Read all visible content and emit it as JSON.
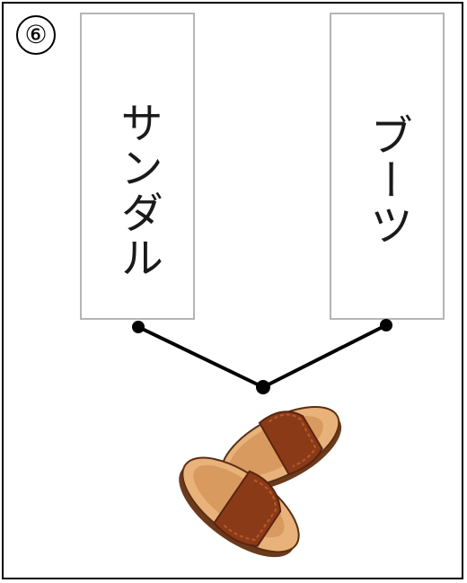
{
  "question": {
    "number": "⑥"
  },
  "choices": [
    {
      "label": "サンダル"
    },
    {
      "label": "ブーツ"
    }
  ],
  "picture": {
    "icon": "sandals-icon"
  },
  "colors": {
    "line": "#000000",
    "box_border": "#b5b5b5",
    "sandal_strap": "#8b3a17",
    "sandal_sole": "#e8b27a"
  }
}
